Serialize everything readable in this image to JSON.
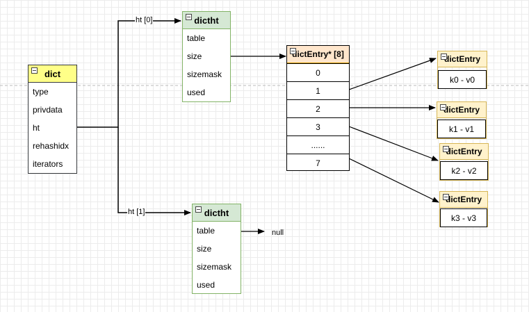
{
  "dict": {
    "title": "dict",
    "fields": [
      "type",
      "privdata",
      "ht",
      "rehashidx",
      "iterators"
    ]
  },
  "dictht0": {
    "title": "dictht",
    "fields": [
      "table",
      "size",
      "sizemask",
      "used"
    ],
    "edge_label": "ht [0]"
  },
  "dictht1": {
    "title": "dictht",
    "fields": [
      "table",
      "size",
      "sizemask",
      "used"
    ],
    "edge_label": "ht [1]",
    "table_target": "null"
  },
  "array": {
    "title": "dictEntry* [8]",
    "cells": [
      "0",
      "1",
      "2",
      "3",
      "......",
      "7"
    ]
  },
  "entries": [
    {
      "title": "dictEntry",
      "value": "k0 -  v0"
    },
    {
      "title": "dictEntry",
      "value": "k1 -  v1"
    },
    {
      "title": "dictEntry",
      "value": "k2 -  v2"
    },
    {
      "title": "dictEntry",
      "value": "k3 -  v3"
    }
  ]
}
